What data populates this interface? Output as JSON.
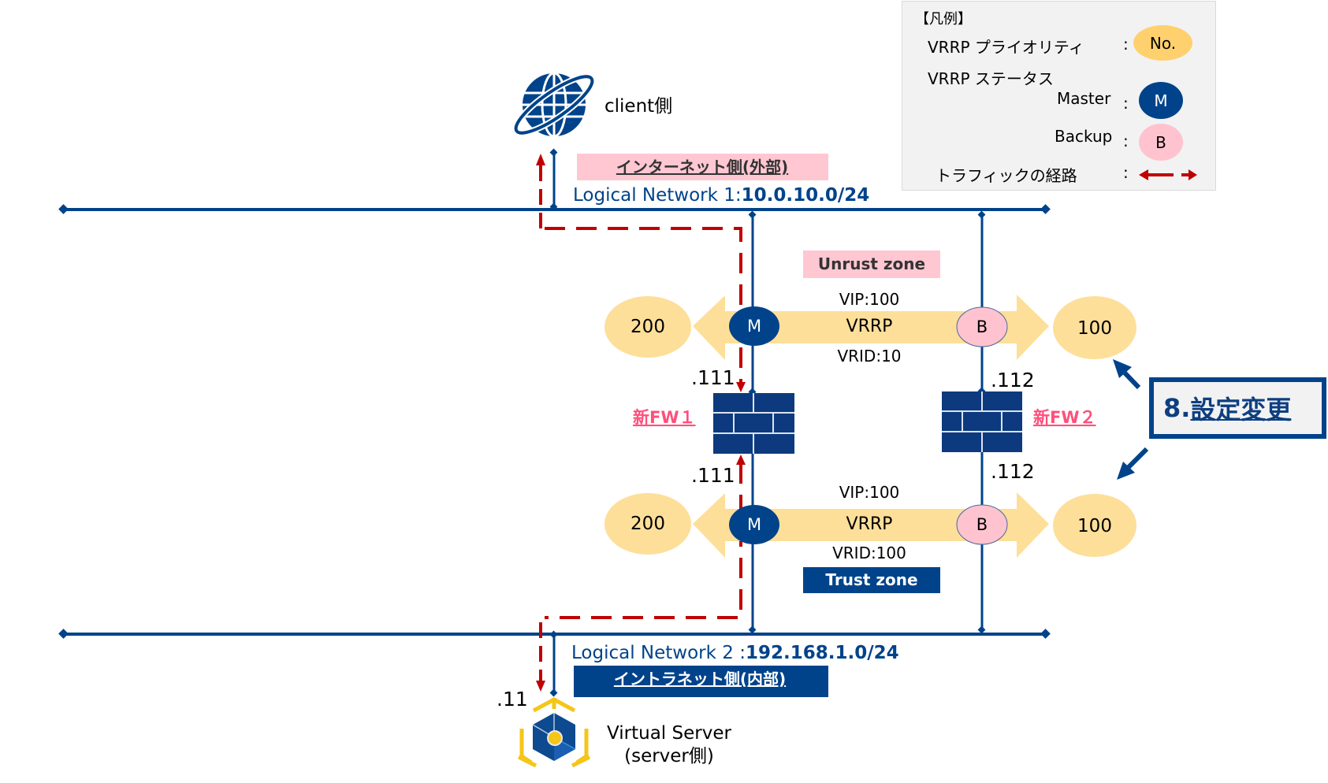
{
  "legend": {
    "title": "【凡例】",
    "priority_label": "VRRP プライオリティ",
    "priority_symbol": "No.",
    "status_label": "VRRP ステータス",
    "master_label": "Master",
    "master_symbol": "M",
    "backup_label": "Backup",
    "backup_symbol": "B",
    "traffic_label": "トラフィックの経路",
    "colon": ":"
  },
  "client": {
    "label": "client側",
    "icon": "globe-icon"
  },
  "network1": {
    "zone_label": "インターネット側(外部)",
    "name": "Logical Network 1:",
    "cidr": "10.0.10.0/24"
  },
  "network2": {
    "zone_label": "イントラネット側(内部)",
    "name": "Logical Network  2 :",
    "cidr": "192.168.1.0/24"
  },
  "untrust_zone": "Unrust zone",
  "trust_zone": "Trust zone",
  "vrrp_upper": {
    "vip": "VIP:100",
    "label": "VRRP",
    "vrid": "VRID:10",
    "fw1_priority": "200",
    "fw2_priority": "100",
    "fw1_status": "M",
    "fw2_status": "B"
  },
  "vrrp_lower": {
    "vip": "VIP:100",
    "label": "VRRP",
    "vrid": "VRID:100",
    "fw1_priority": "200",
    "fw2_priority": "100",
    "fw1_status": "M",
    "fw2_status": "B"
  },
  "fw1": {
    "label": "新FW１",
    "ip_upper": ".111",
    "ip_lower": ".111"
  },
  "fw2": {
    "label": "新FW２",
    "ip_upper": ".112",
    "ip_lower": ".112"
  },
  "server": {
    "ip": ".11",
    "label_line1": "Virtual Server",
    "label_line2": "(server側)"
  },
  "step": {
    "number": "8.",
    "label": "設定変更"
  },
  "colors": {
    "network_blue": "#00438a",
    "firewall_blue": "#0d3a7e",
    "priority_orange": "#fddf9a",
    "legend_orange": "#ffd06e",
    "backup_pink": "#ffc3d0",
    "zone_pink": "#ffc7d2",
    "traffic_red": "#c00000",
    "fw_label_pink": "#ff4f7b"
  }
}
